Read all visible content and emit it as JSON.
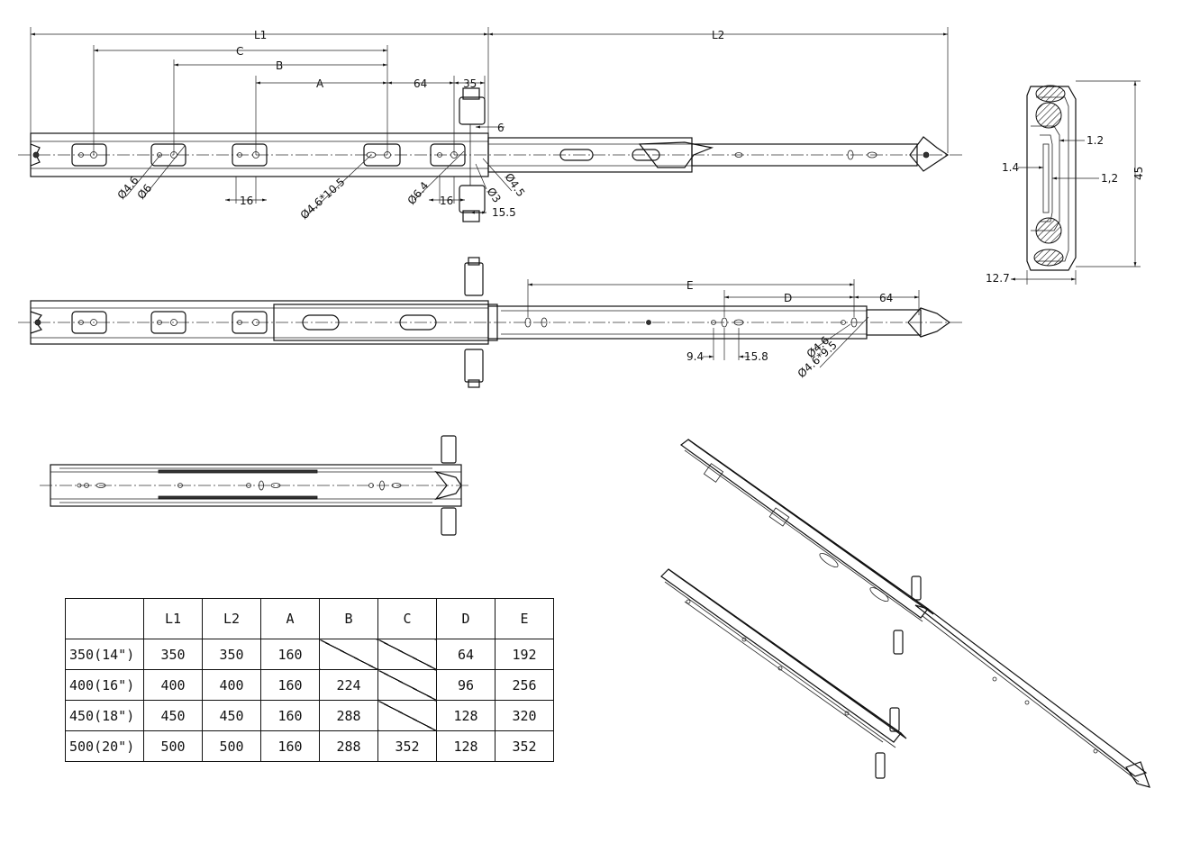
{
  "top_view": {
    "dims": {
      "L1": "L1",
      "L2": "L2",
      "C": "C",
      "B": "B",
      "A": "A",
      "d64": "64",
      "d35": "35",
      "d6": "6",
      "d16a": "16",
      "d16b": "16",
      "d15_5": "15.5",
      "h4_6": "Ø4.6",
      "h6": "Ø6",
      "slot": "Ø4.6*10.5",
      "h6_4": "Ø6.4",
      "h3": "Ø3",
      "h4_5": "Ø4.5"
    }
  },
  "mid_view": {
    "dims": {
      "E": "E",
      "D": "D",
      "d64": "64",
      "d9_4": "9.4",
      "d15_8": "15.8",
      "h4_6": "Ø4.6",
      "slot": "Ø4.6*9.5"
    }
  },
  "section_view": {
    "dims": {
      "h45": "45",
      "w12_7": "12.7",
      "t1_2a": "1.2",
      "t1_4": "1.4",
      "t1_2b": "1,2"
    }
  },
  "table": {
    "headers": [
      "",
      "L1",
      "L2",
      "A",
      "B",
      "C",
      "D",
      "E"
    ],
    "rows": [
      {
        "size": "350(14\")",
        "L1": "350",
        "L2": "350",
        "A": "160",
        "B": "",
        "C": "",
        "D": "64",
        "E": "192"
      },
      {
        "size": "400(16\")",
        "L1": "400",
        "L2": "400",
        "A": "160",
        "B": "224",
        "C": "",
        "D": "96",
        "E": "256"
      },
      {
        "size": "450(18\")",
        "L1": "450",
        "L2": "450",
        "A": "160",
        "B": "288",
        "C": "",
        "D": "128",
        "E": "320"
      },
      {
        "size": "500(20\")",
        "L1": "500",
        "L2": "500",
        "A": "160",
        "B": "288",
        "C": "352",
        "D": "128",
        "E": "352"
      }
    ]
  }
}
